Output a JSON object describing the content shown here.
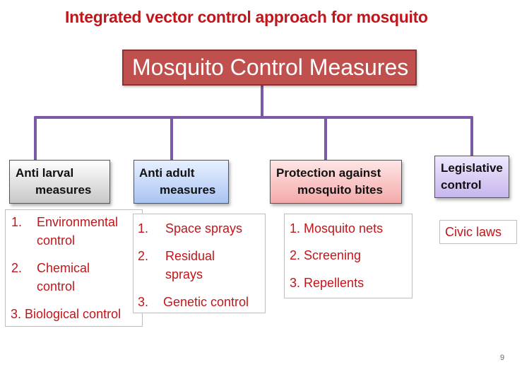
{
  "title": "Integrated vector control approach for mosquito",
  "root": "Mosquito Control Measures",
  "categories": [
    {
      "line1": "Anti larval",
      "line2": "measures"
    },
    {
      "line1": "Anti adult",
      "line2": "measures"
    },
    {
      "line1": "Protection against",
      "line2": "mosquito bites"
    },
    {
      "line1": "Legislative",
      "line2": "control"
    }
  ],
  "lists": {
    "anti_larval": [
      {
        "num": "1.",
        "text": "Environmental",
        "cont": "control"
      },
      {
        "num": "2.",
        "text": "Chemical",
        "cont": "control"
      },
      {
        "num": "",
        "text": "3. Biological control"
      }
    ],
    "anti_adult": [
      {
        "num": "1.",
        "text": "Space sprays"
      },
      {
        "num": "2.",
        "text": "Residual",
        "cont": "sprays"
      },
      {
        "num": "3.",
        "text": "Genetic control"
      }
    ],
    "protection": [
      "1. Mosquito nets",
      "2. Screening",
      "3. Repellents"
    ],
    "legislative": [
      "Civic laws"
    ]
  },
  "page_number": "9",
  "colors": {
    "title": "#c0161b",
    "root_fill": "#c0504d",
    "connector": "#7a5aa6",
    "list_text": "#c0161b"
  }
}
